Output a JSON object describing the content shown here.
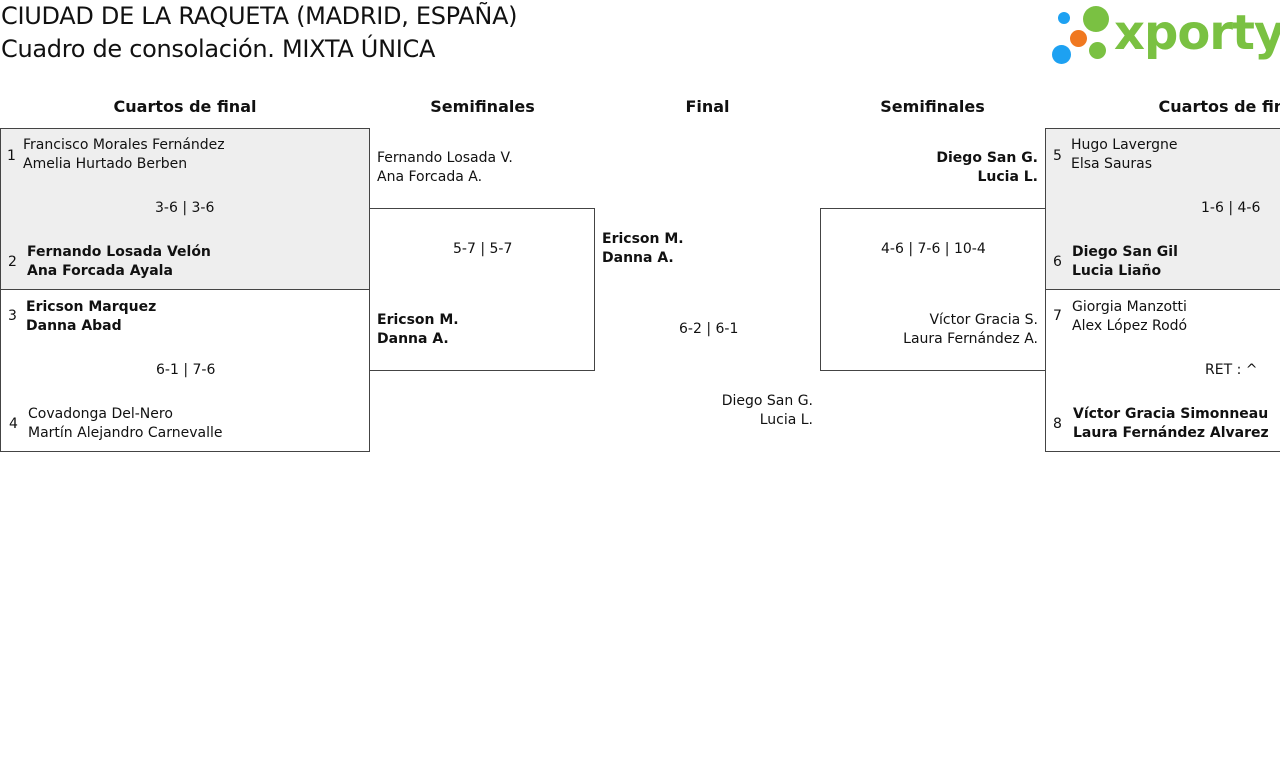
{
  "header": {
    "title_line1": "CIUDAD DE LA RAQUETA (MADRID, ESPAÑA)",
    "title_line2": "Cuadro de consolación. MIXTA ÚNICA",
    "logo_text": "xporty",
    "logo_colors": {
      "blue": "#1da1f2",
      "orange": "#f07820",
      "green": "#7ac142"
    }
  },
  "rounds": {
    "left_qf": "Cuartos de final",
    "left_sf": "Semifinales",
    "final": "Final",
    "right_sf": "Semifinales",
    "right_qf": "Cuartos de final"
  },
  "left_qf": {
    "m1": {
      "seed_top": "1",
      "top_p1": "Francisco Morales Fernández",
      "top_p2": "Amelia Hurtado Berben",
      "score": "3-6 | 3-6",
      "seed_bottom": "2",
      "bottom_p1": "Fernando Losada Velón",
      "bottom_p2": "Ana Forcada Ayala"
    },
    "m2": {
      "seed_top": "3",
      "top_p1": "Ericson Marquez",
      "top_p2": "Danna Abad",
      "score": "6-1 | 7-6",
      "seed_bottom": "4",
      "bottom_p1": "Covadonga Del-Nero",
      "bottom_p2": "Martín Alejandro Carnevalle"
    }
  },
  "left_sf": {
    "top_p1": "Fernando Losada V.",
    "top_p2": "Ana Forcada A.",
    "score": "5-7 | 5-7",
    "bottom_p1": "Ericson M.",
    "bottom_p2": "Danna A."
  },
  "final": {
    "top_p1": "Ericson M.",
    "top_p2": "Danna A.",
    "score": "6-2 | 6-1",
    "bottom_p1": "Diego San G.",
    "bottom_p2": "Lucia L."
  },
  "right_sf": {
    "top_p1": "Diego San G.",
    "top_p2": "Lucia L.",
    "score": "4-6 | 7-6 | 10-4",
    "bottom_p1": "Víctor Gracia S.",
    "bottom_p2": "Laura Fernández A."
  },
  "right_qf": {
    "m1": {
      "seed_top": "5",
      "top_p1": "Hugo Lavergne",
      "top_p2": "Elsa Sauras",
      "score": "1-6 | 4-6",
      "seed_bottom": "6",
      "bottom_p1": "Diego San Gil",
      "bottom_p2": "Lucia Liaño"
    },
    "m2": {
      "seed_top": "7",
      "top_p1": "Giorgia Manzotti",
      "top_p2": "Alex López Rodó",
      "score": "RET : ^",
      "seed_bottom": "8",
      "bottom_p1": "Víctor Gracia Simonneau",
      "bottom_p2": "Laura Fernández Alvarez"
    }
  }
}
